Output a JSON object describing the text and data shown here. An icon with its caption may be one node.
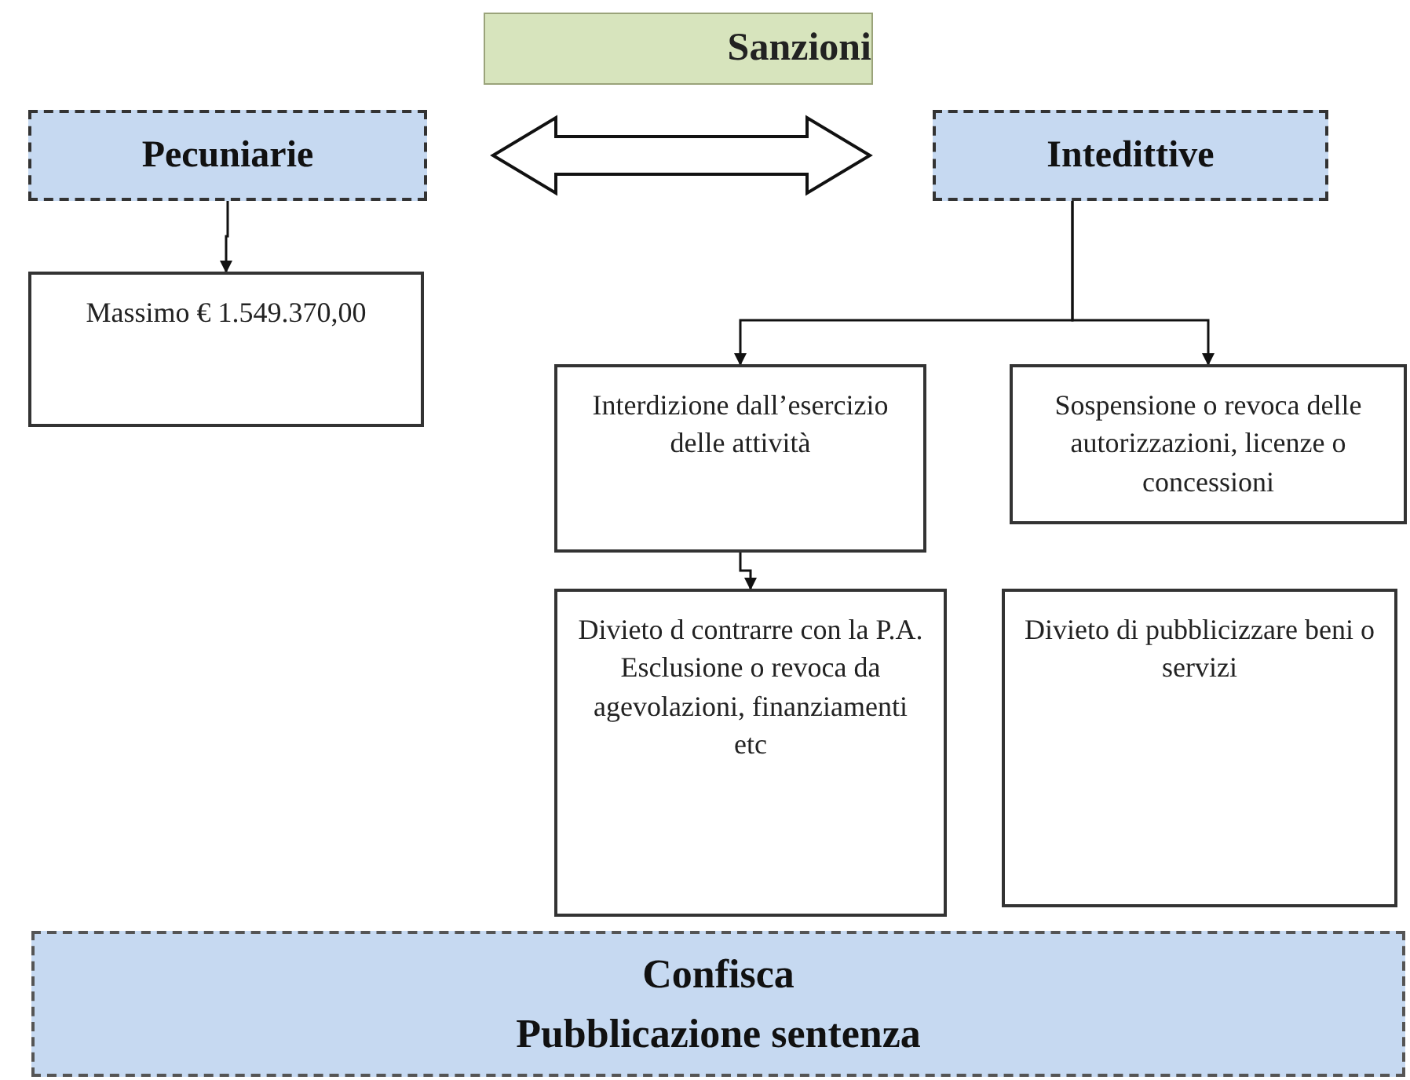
{
  "diagram": {
    "nodes": [
      {
        "text": [
          "Sanzioni"
        ]
      },
      {
        "text": [
          "Pecuniarie"
        ]
      },
      {
        "text": [
          "Intedittive"
        ]
      },
      {
        "text": [
          "Massimo € 1.549.370,00"
        ]
      },
      {
        "text": [
          "Interdizione dall’esercizio delle attività"
        ]
      },
      {
        "text": [
          "Sospensione o revoca delle autorizzazioni, licenze o concessioni"
        ]
      },
      {
        "text": [
          "Divieto d contrarre con la P.A. Esclusione o revoca da agevolazioni, finanziamenti etc"
        ]
      },
      {
        "text": [
          "Divieto di pubblicizzare beni o servizi"
        ]
      },
      {
        "text": [
          "Confisca",
          "Pubblicazione sentenza"
        ]
      }
    ],
    "edges": [
      {
        "from": 1,
        "to": 2,
        "arrow": "both",
        "style": "thick"
      },
      {
        "from": 1,
        "to": 3,
        "arrow": "to"
      },
      {
        "from": 2,
        "to": 4,
        "arrow": "to"
      },
      {
        "from": 2,
        "to": 5,
        "arrow": "to"
      },
      {
        "from": 4,
        "to": 6,
        "arrow": "to"
      }
    ]
  }
}
